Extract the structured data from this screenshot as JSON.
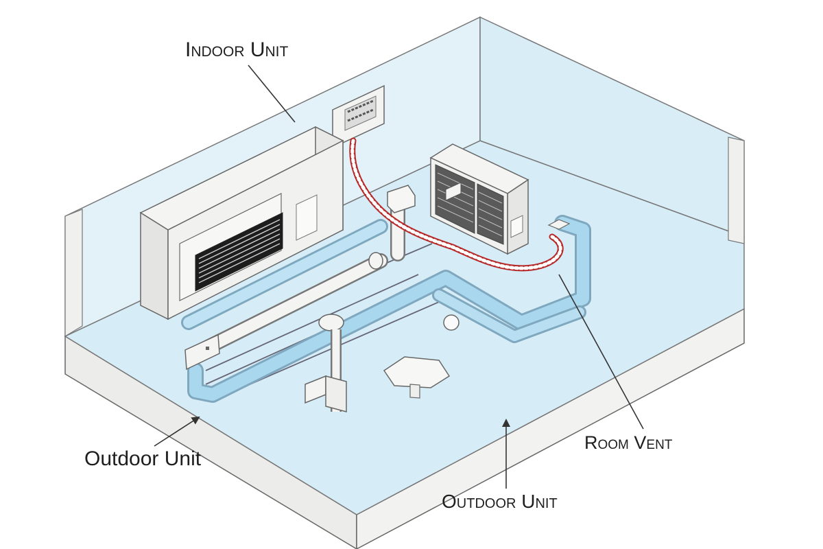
{
  "labels": {
    "indoor_unit": "Indoor Unit",
    "outdoor_unit_left": "Outdoor Unit",
    "room_vent": "Room Vent",
    "outdoor_unit_bottom": "Outdoor Unit"
  },
  "colors": {
    "floor": "#d6ecf6",
    "wall": "#e3f1f8",
    "duct": "#a9d7ee",
    "refrigerant_line": "#d83a3a",
    "outline": "#555555"
  }
}
